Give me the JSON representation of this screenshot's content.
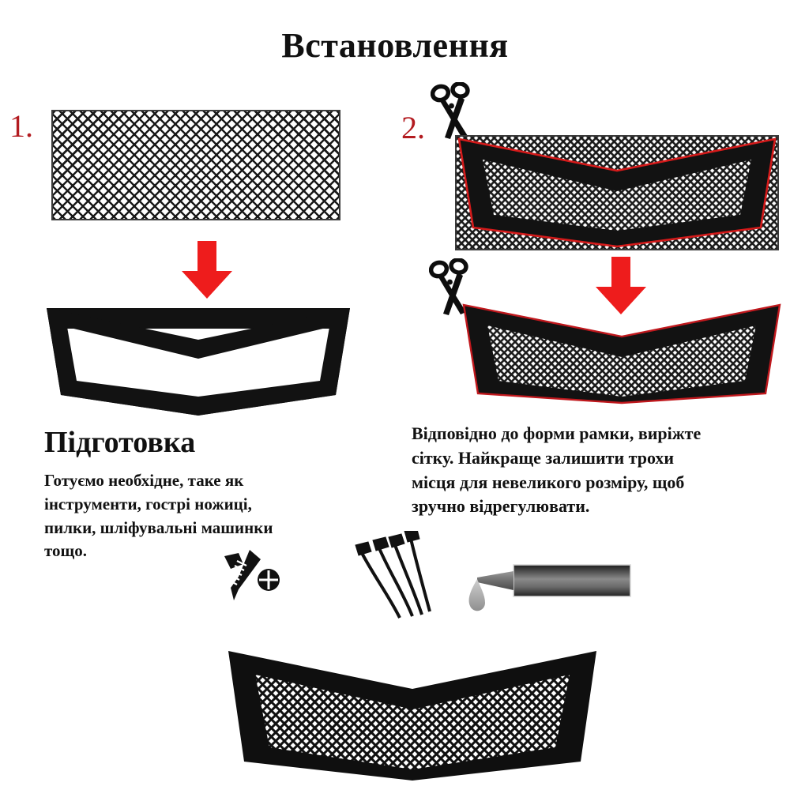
{
  "page": {
    "title": "Встановлення",
    "background_color": "#ffffff",
    "text_color": "#111111",
    "accent_red": "#b31b20",
    "arrow_red": "#ee1c1c",
    "cut_line_red": "#d41a1a"
  },
  "steps": [
    {
      "number": "1.",
      "heading": "Підготовка",
      "body_lines": [
        "Готуємо необхідне, таке як",
        "інструменти, гострі ножиці,",
        "пилки, шліфувальні машинки",
        "тощо."
      ]
    },
    {
      "number": "2.",
      "body_lines": [
        "Відповідно до форми рамки, виріжте",
        "сітку. Найкраще залишити трохи",
        "місця для невеликого розміру, щоб",
        "зручно відрегулювати."
      ]
    }
  ],
  "icons": {
    "scissors_top": "scissors-icon",
    "scissors_mid": "scissors-icon",
    "arrow_left": "down-arrow-icon",
    "arrow_right": "down-arrow-icon",
    "screws": "screws-icon",
    "zip_ties": "zip-ties-icon",
    "glue": "glue-tube-icon"
  },
  "illustrations": {
    "mesh_sheet": "mesh-sheet",
    "frame_empty": "grille-frame-outline",
    "grille_marked": "grille-frame-on-mesh-with-cut-line",
    "grille_cut": "grille-frame-with-trimmed-mesh",
    "grille_final": "assembled-grille-insert"
  }
}
